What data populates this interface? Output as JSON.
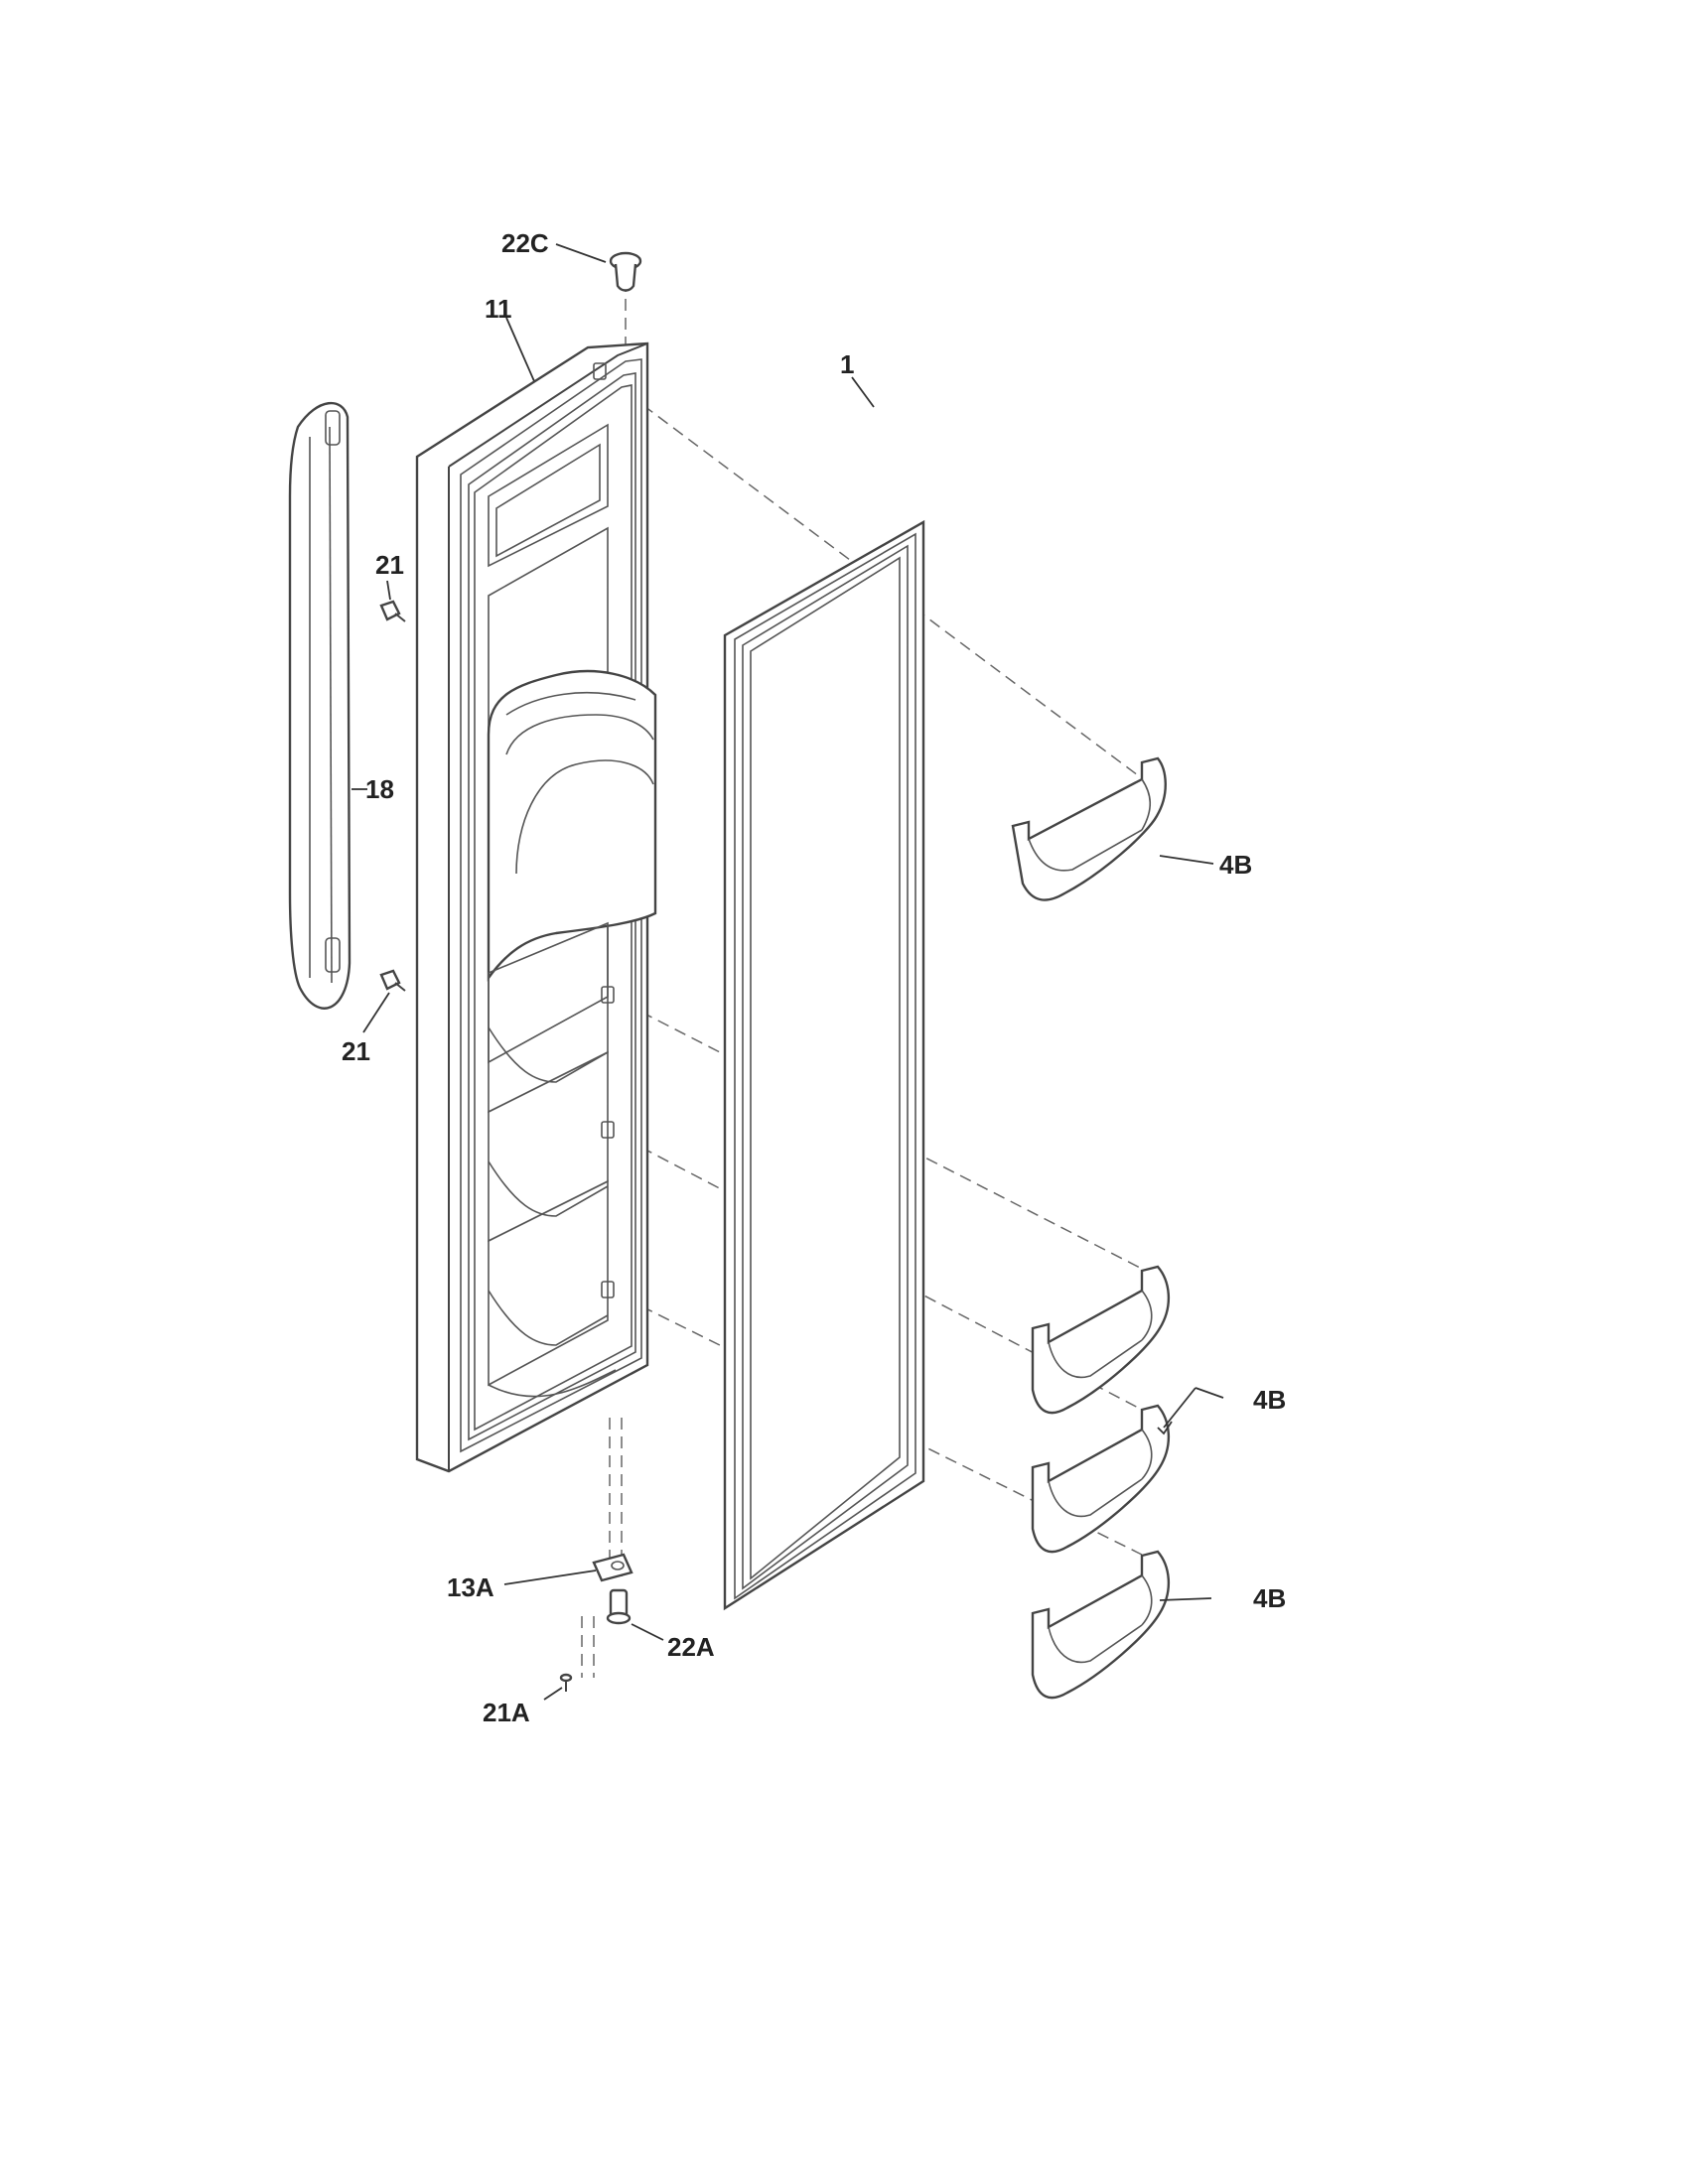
{
  "labels": {
    "part_22c": "22C",
    "part_11": "11",
    "part_1": "1",
    "part_21_top": "21",
    "part_18": "18",
    "part_21_bottom": "21",
    "part_4b_top": "4B",
    "part_4b_middle": "4B",
    "part_4b_bottom": "4B",
    "part_13a": "13A",
    "part_22a": "22A",
    "part_21a": "21A"
  },
  "colors": {
    "line": "#444444",
    "text": "#222222",
    "background": "#ffffff"
  }
}
